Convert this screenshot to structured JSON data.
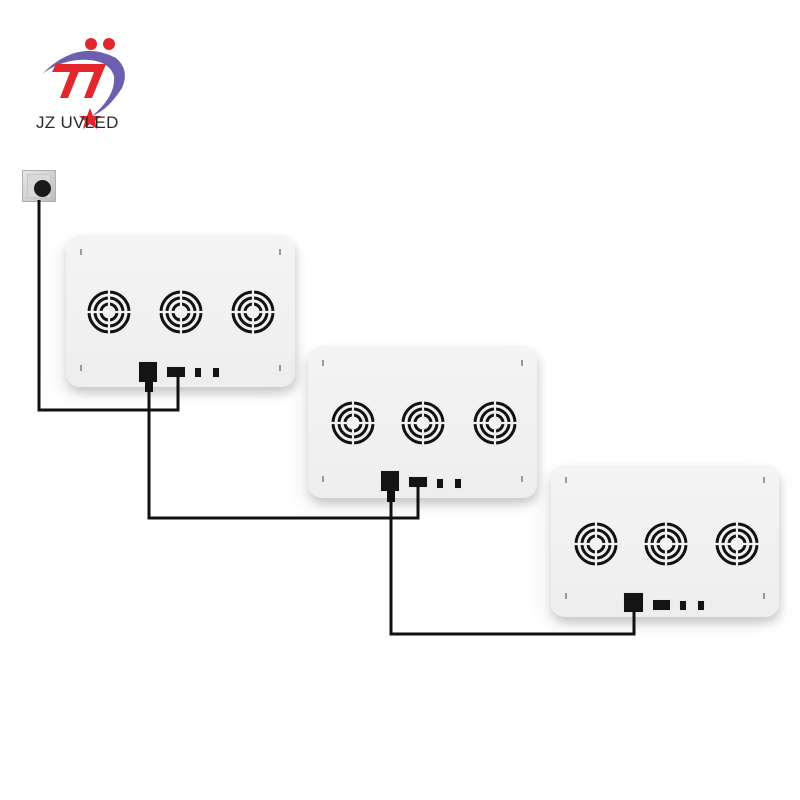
{
  "brand": {
    "name": "JZ UVLED",
    "colors": {
      "red": "#e3262b",
      "purple": "#6c5fb0",
      "text": "#2a2a2a"
    }
  },
  "diagram": {
    "description": "Daisy-chain wiring of three LED grow light panels from a single wall outlet",
    "nodes": [
      {
        "id": "outlet",
        "type": "wall-socket"
      },
      {
        "id": "panel-1",
        "type": "led-panel",
        "fans": 3,
        "ports": [
          "power-in",
          "power-out",
          "switch-1",
          "switch-2"
        ]
      },
      {
        "id": "panel-2",
        "type": "led-panel",
        "fans": 3,
        "ports": [
          "power-in",
          "power-out",
          "switch-1",
          "switch-2"
        ]
      },
      {
        "id": "panel-3",
        "type": "led-panel",
        "fans": 3,
        "ports": [
          "power-in",
          "power-out",
          "switch-1",
          "switch-2"
        ]
      }
    ],
    "edges": [
      {
        "from": "outlet",
        "to": "panel-1.power-out"
      },
      {
        "from": "panel-1.power-in",
        "to": "panel-2.power-out"
      },
      {
        "from": "panel-2.power-in",
        "to": "panel-3.power-in"
      }
    ],
    "colors": {
      "cable": "#111111",
      "panel": "#f2f2f2",
      "port": "#141414"
    }
  }
}
